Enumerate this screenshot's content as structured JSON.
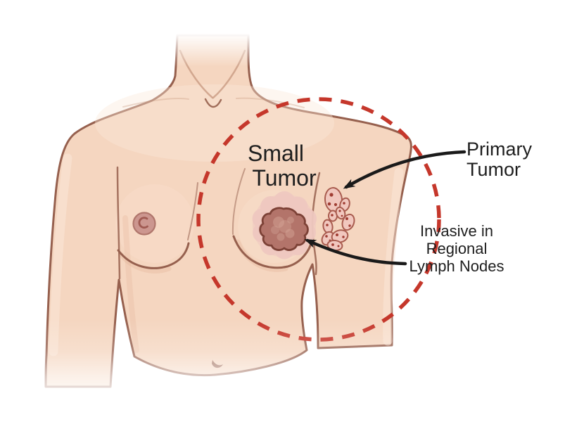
{
  "figure": {
    "description": "Medical illustration of a female torso showing a small breast tumor with spread to regional lymph nodes, highlighted by a red dashed circle"
  },
  "labels": {
    "small_tumor": {
      "lines": [
        "Small",
        "Tumor"
      ]
    },
    "primary_tumor": {
      "lines": [
        "Primary",
        "Tumor"
      ]
    },
    "invasive": {
      "lines": [
        "Invasive in",
        "Regional",
        "Lymph Nodes"
      ]
    }
  },
  "colors": {
    "background": "#ffffff",
    "skin": "#f5d6c0",
    "skin_highlight": "#fbe8da",
    "skin_shadow": "#e2af92",
    "body_outline": "#96604e",
    "crease": "#c99b82",
    "areola": "#cc968f",
    "areola_outline": "#b0766c",
    "nipple": "#a05a52",
    "tumor_petals": "#efc8c0",
    "tumor_core": "#b3746a",
    "tumor_core_outline": "#7c4136",
    "tumor_blotch": "#cf9e90",
    "lymph_fill": "#f1c7be",
    "lymph_outline": "#a95c4f",
    "lymph_dot": "#a03d33",
    "dashed_circle": "#c5372b",
    "arrow": "#1a1a1a",
    "text": "#1e1e1e"
  }
}
